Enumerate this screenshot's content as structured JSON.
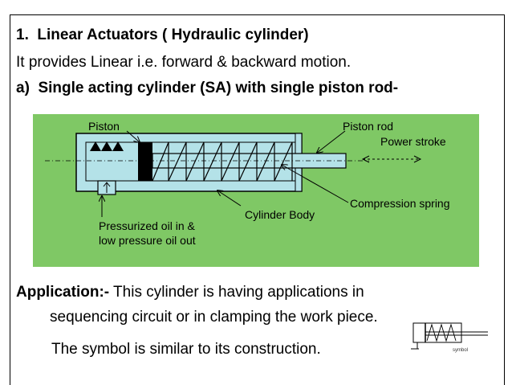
{
  "heading": {
    "number": "1.",
    "title": "Linear Actuators ( Hydraulic cylinder)"
  },
  "intro": "It provides Linear i.e. forward & backward motion.",
  "subheading": {
    "marker": "a)",
    "title": "Single acting cylinder (SA) with single piston rod-"
  },
  "diagram": {
    "background": "#7fc865",
    "body_fill": "#b4e2e8",
    "labels": {
      "piston": "Piston",
      "piston_rod": "Piston rod",
      "power_stroke": "Power stroke",
      "compression_spring": "Compression spring",
      "cylinder_body": "Cylinder Body",
      "oil_line1": "Pressurized oil in &",
      "oil_line2": "low pressure oil out"
    }
  },
  "application": {
    "label": "Application:-",
    "text_line1": " This cylinder is having applications in",
    "text_line2": "sequencing circuit or in clamping the work piece.",
    "symbol_note": "The symbol is similar to its construction.",
    "symbol_caption": "symbol"
  }
}
